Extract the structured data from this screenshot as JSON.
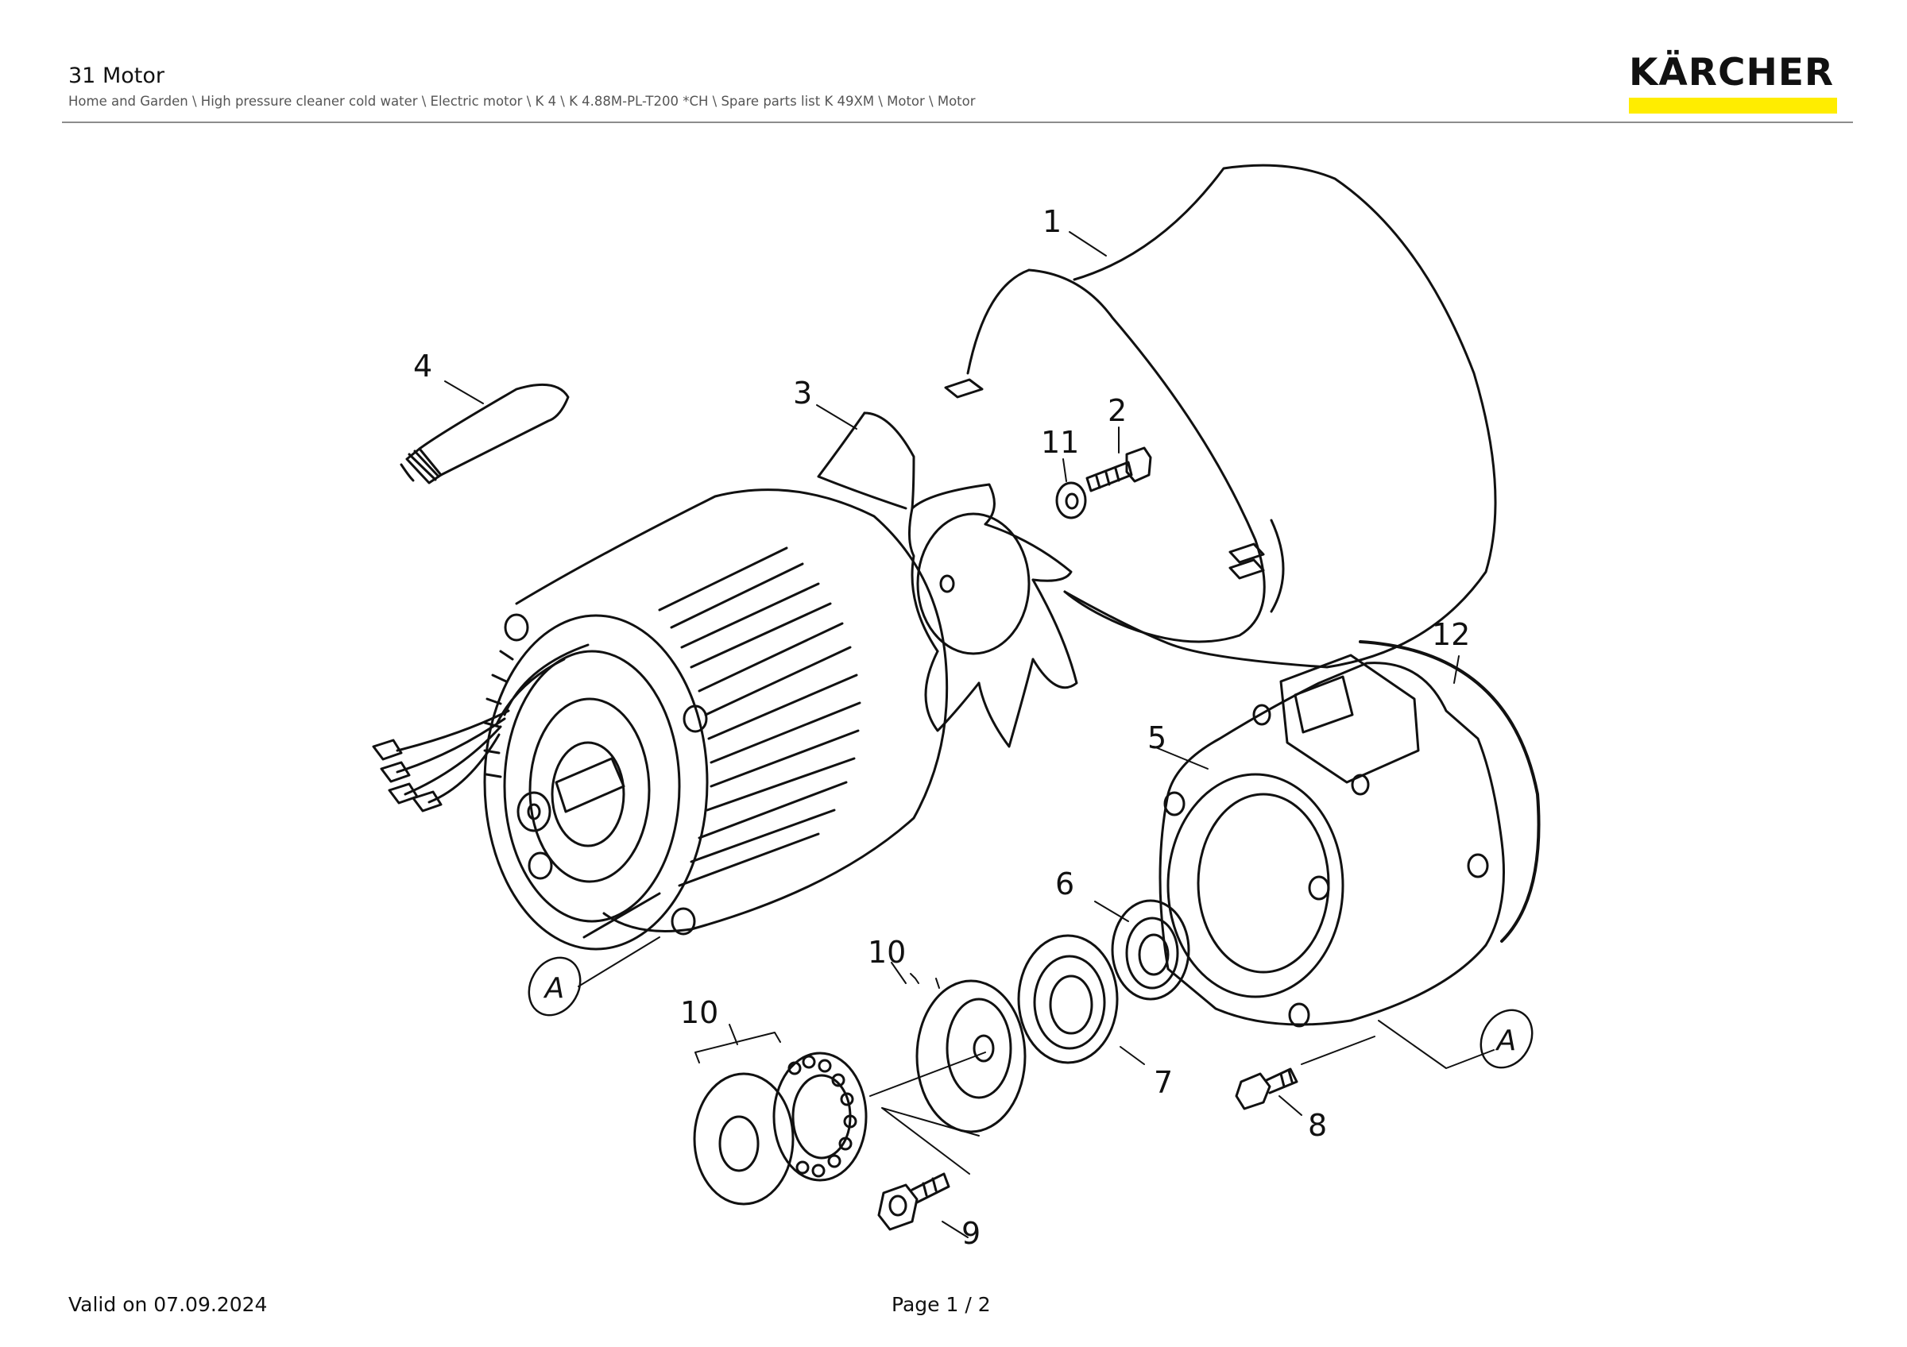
{
  "header": {
    "title": "31 Motor",
    "breadcrumb": "Home and Garden \\ High pressure cleaner cold water \\ Electric motor \\ K 4 \\ K 4.88M-PL-T200 *CH \\ Spare parts list K 49XM \\ Motor \\ Motor"
  },
  "brand": {
    "name": "KÄRCHER",
    "accent_color": "#ffed00"
  },
  "diagram": {
    "callouts": {
      "c1": "1",
      "c2": "2",
      "c3": "3",
      "c4": "4",
      "c5": "5",
      "c6": "6",
      "c7": "7",
      "c8": "8",
      "c9": "9",
      "c10a": "10",
      "c10b": "10",
      "c11": "11",
      "c12": "12",
      "ref_a1": "A",
      "ref_a2": "A"
    }
  },
  "footer": {
    "valid": "Valid on 07.09.2024",
    "page": "Page 1 / 2"
  }
}
